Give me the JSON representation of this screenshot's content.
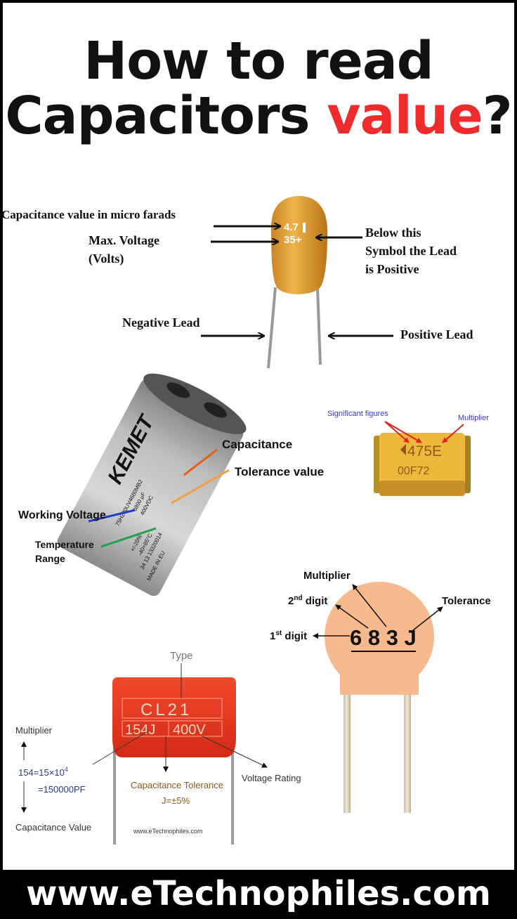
{
  "title": {
    "line1": "How to read",
    "line2_prefix": "Capacitors ",
    "line2_accent": "value",
    "line2_suffix": "?"
  },
  "colors": {
    "accent": "#ef2b2d",
    "tantalum_body": "#e8a33a",
    "smd_body": "#f0b83a",
    "ceramic_disc": "#f7b98e",
    "film_body": "#e8331f",
    "kemet_body": "#b8b8b8",
    "footer_bg": "#000000"
  },
  "tantalum": {
    "marking_top": "4.7",
    "marking_bottom": "35+",
    "label_capacitance": "Capacitance value in micro farads",
    "label_voltage_line1": "Max. Voltage",
    "label_voltage_line2": "(Volts)",
    "label_positive_line1": "Below this",
    "label_positive_line2": "Symbol the Lead",
    "label_positive_line3": "is Positive",
    "label_negative_lead": "Negative Lead",
    "label_positive_lead": "Positive Lead"
  },
  "kemet": {
    "brand": "KEMET",
    "print_line1": "75H200UV4680MB2",
    "print_line2": "6800 µF",
    "print_line3": "400VDC",
    "print_line4": "+/-20%",
    "print_line5": "-40+85°C",
    "print_line6": "34 13  13320014",
    "print_line7": "MADE IN EU",
    "label_capacitance": "Capacitance",
    "label_tolerance": "Tolerance value",
    "label_working_voltage": "Working Voltage",
    "label_temperature_line1": "Temperature",
    "label_temperature_line2": "Range"
  },
  "smd": {
    "marking_top": "475E",
    "marking_bottom": "00F72",
    "label_significant": "Significant figures",
    "label_multiplier": "Multiplier"
  },
  "ceramic": {
    "code": "6 8 3 J",
    "label_multiplier": "Multiplier",
    "label_2nd": "2",
    "label_2nd_sup": "nd",
    "label_2nd_rest": " digit",
    "label_1st": "1",
    "label_1st_sup": "st",
    "label_1st_rest": " digit",
    "label_tolerance": "Tolerance"
  },
  "film": {
    "code_top": "CL21",
    "code_bottom_left": "154J",
    "code_bottom_right": "400V",
    "label_type": "Type",
    "label_multiplier": "Multiplier",
    "formula_line1_left": "154=15×10",
    "formula_line1_sup": "4",
    "formula_line2": "=150000PF",
    "label_capacitance_value": "Capacitance Value",
    "label_tolerance_line1": "Capacitance Tolerance",
    "label_tolerance_line2": "J=±5%",
    "label_voltage_rating": "Voltage Rating",
    "watermark": "www.eTechnophiles.com"
  },
  "footer": {
    "url": "www.eTechnophiles.com"
  }
}
